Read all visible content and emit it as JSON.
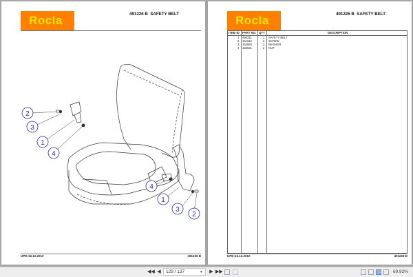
{
  "document": {
    "brand": "Rocla",
    "brand_colors": {
      "background": "#ff8000",
      "text": "#ffe500"
    },
    "left_page": {
      "header_title": "491226 B  SAFETY BELT",
      "footer_left": "UPD:16.12.2010",
      "footer_right": "491226 B",
      "callouts": [
        {
          "label": "2",
          "part": "screw"
        },
        {
          "label": "3",
          "part": "washer"
        },
        {
          "label": "1",
          "part": "safety belt"
        },
        {
          "label": "4",
          "part": "nut"
        },
        {
          "label": "4",
          "part": "nut"
        },
        {
          "label": "1",
          "part": "safety belt"
        },
        {
          "label": "3",
          "part": "washer"
        },
        {
          "label": "2",
          "part": "screw"
        }
      ]
    },
    "right_page": {
      "header_title": "491226 B  SAFETY BELT",
      "footer_left": "UPD:16.12.2010",
      "footer_right": "491226 B",
      "table": {
        "headers": [
          "ITEM ID",
          "PART NO.",
          "QTY",
          "DESCRIPTION"
        ],
        "rows": [
          [
            "1",
            "498311",
            "1",
            "SAFETY BELT"
          ],
          [
            "2",
            "154212",
            "2",
            "SCREW"
          ],
          [
            "3",
            "153583",
            "2",
            "WASHER"
          ],
          [
            "4",
            "153521",
            "2",
            "NUT"
          ]
        ]
      }
    }
  },
  "statusbar": {
    "first_page_icon": "first-page-icon",
    "prev_page_icon": "previous-page-icon",
    "page_indicator": "129 / 137",
    "next_page_icon": "next-page-icon",
    "last_page_icon": "last-page-icon",
    "zoom_level": "69.92%"
  }
}
